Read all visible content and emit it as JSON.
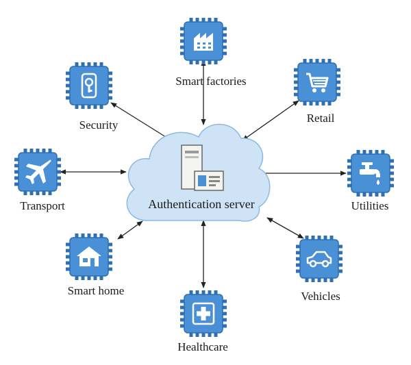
{
  "center": {
    "label": "Authentication server",
    "icon": "server-icon",
    "cloud_fill": "#cfe3f6",
    "cloud_stroke": "#8db8df"
  },
  "colors": {
    "chip": "#4a90d6",
    "chip_dark": "#2f6fb3",
    "glyph": "#ffffff",
    "arrow": "#222222"
  },
  "nodes": [
    {
      "id": "smart-factories",
      "label": "Smart factories",
      "icon": "factory-icon"
    },
    {
      "id": "retail",
      "label": "Retail",
      "icon": "shopping-cart-icon"
    },
    {
      "id": "utilities",
      "label": "Utilities",
      "icon": "faucet-icon"
    },
    {
      "id": "vehicles",
      "label": "Vehicles",
      "icon": "car-icon"
    },
    {
      "id": "healthcare",
      "label": "Healthcare",
      "icon": "medical-cross-icon"
    },
    {
      "id": "smart-home",
      "label": "Smart home",
      "icon": "house-icon"
    },
    {
      "id": "transport",
      "label": "Transport",
      "icon": "airplane-icon"
    },
    {
      "id": "security",
      "label": "Security",
      "icon": "keyhole-lock-icon"
    }
  ]
}
